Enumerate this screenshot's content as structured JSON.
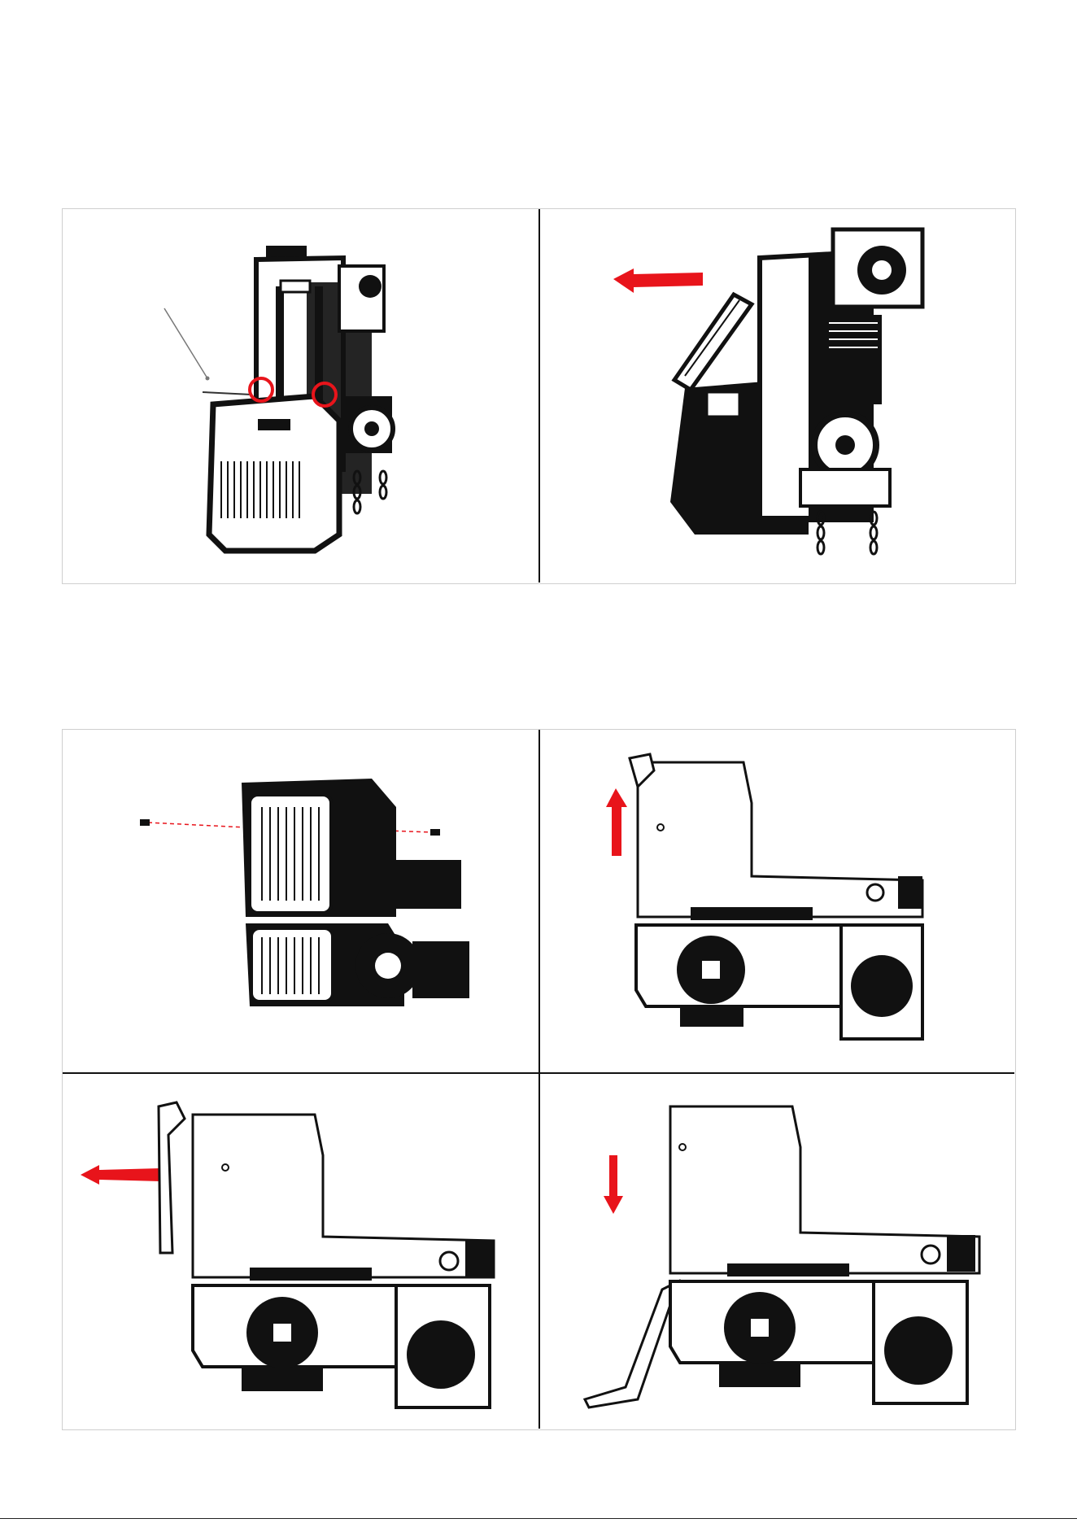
{
  "document": {
    "figures": [
      {
        "name": "figure-1",
        "panels": [
          {
            "id": "panel-1a",
            "callout": "pointer-line",
            "markers": [
              "red-circle-marker",
              "red-circle-marker"
            ]
          },
          {
            "id": "panel-1b",
            "arrow": "arrow-left"
          }
        ]
      },
      {
        "name": "figure-2",
        "panels": [
          {
            "id": "panel-2a",
            "markers": [
              "screw-removal-dashed-line"
            ]
          },
          {
            "id": "panel-2b",
            "arrow": "arrow-up"
          },
          {
            "id": "panel-2c",
            "arrow": "arrow-left"
          },
          {
            "id": "panel-2d",
            "arrow": "arrow-down"
          }
        ]
      }
    ],
    "colors": {
      "accent_red": "#e8141b",
      "ink": "#111111",
      "frame": "#cfcfcf",
      "metal_light": "#ffffff"
    }
  }
}
